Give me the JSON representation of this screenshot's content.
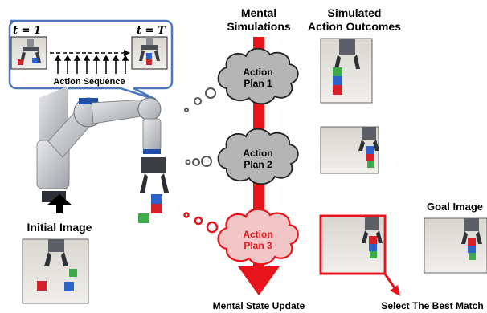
{
  "headers": {
    "mental_line1": "Mental",
    "mental_line2": "Simulations",
    "outcomes_line1": "Simulated",
    "outcomes_line2": "Action Outcomes",
    "goal": "Goal Image",
    "initial": "Initial Image"
  },
  "sequence": {
    "t_start": "t = 1",
    "t_end": "t = T",
    "label": "Action Sequence"
  },
  "plans": [
    {
      "line1": "Action",
      "line2": "Plan 1"
    },
    {
      "line1": "Action",
      "line2": "Plan 2"
    },
    {
      "line1": "Action",
      "line2": "Plan 3"
    }
  ],
  "footer": {
    "state_update": "Mental State Update",
    "best_match": "Select The Best Match"
  },
  "colors": {
    "accent_red": "#e8141c",
    "panel_blue": "#4a78b8",
    "cloud_gray": "#b5b5b5",
    "cloud_pink": "#f2c6c6"
  }
}
